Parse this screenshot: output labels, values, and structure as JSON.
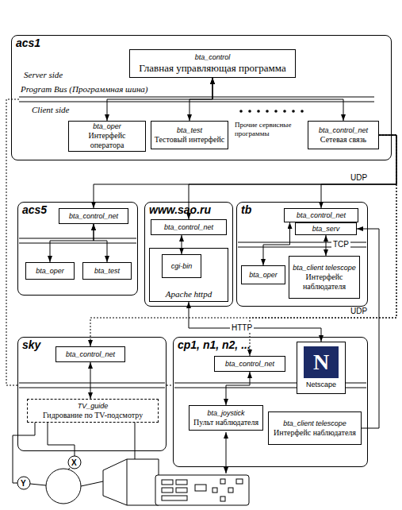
{
  "diagram": {
    "nodes": [
      {
        "text": [
          "acs1"
        ]
      },
      {
        "text": [
          "bta_control",
          "Главная управляющая программа"
        ],
        "in": 0
      },
      {
        "text": [
          "bta_oper",
          "Интерфейс оператора"
        ],
        "in": 0
      },
      {
        "text": [
          "bta_test",
          "Тестовый интерфейс"
        ],
        "in": 0
      },
      {
        "text": [
          "bta_control_net",
          "Сетевая связь"
        ],
        "in": 0
      },
      {
        "text": [
          "acs5"
        ]
      },
      {
        "text": [
          "bta_control_net"
        ],
        "in": 5
      },
      {
        "text": [
          "bta_oper"
        ],
        "in": 5
      },
      {
        "text": [
          "bta_test"
        ],
        "in": 5
      },
      {
        "text": [
          "www.sao.ru"
        ]
      },
      {
        "text": [
          "bta_control_net"
        ],
        "in": 9
      },
      {
        "text": [
          "Apache httpd"
        ],
        "in": 9
      },
      {
        "text": [
          "cgi-bin"
        ],
        "in": 11
      },
      {
        "text": [
          "tb"
        ]
      },
      {
        "text": [
          "bta_control_net"
        ],
        "in": 13
      },
      {
        "text": [
          "bta_serv"
        ],
        "in": 13
      },
      {
        "text": [
          "bta_oper"
        ],
        "in": 13
      },
      {
        "text": [
          "bta_client telescope",
          "Интерфейс наблюдателя"
        ],
        "in": 13
      },
      {
        "text": [
          "sky"
        ]
      },
      {
        "text": [
          "bta_control_net"
        ],
        "in": 18
      },
      {
        "text": [
          "TV_guide",
          "Гидрование по TV-подсмотру"
        ],
        "in": 18
      },
      {
        "text": [
          "cp1, n1, n2, ..."
        ]
      },
      {
        "text": [
          "bta_control_net"
        ],
        "in": 21
      },
      {
        "text": [
          "N",
          "Netscape"
        ],
        "in": 21
      },
      {
        "text": [
          "bta_joystick",
          "Пульт наблюдателя"
        ],
        "in": 21
      },
      {
        "text": [
          "bta_client telescope",
          "Интерфейс наблюдателя"
        ],
        "in": 21
      }
    ],
    "edges": [
      {
        "from": 4,
        "to": 6,
        "arrow": "to"
      },
      {
        "from": 4,
        "to": 10,
        "arrow": "to"
      },
      {
        "from": 4,
        "to": 14,
        "arrow": "to",
        "label": "UDP"
      },
      {
        "from": 4,
        "to": 19,
        "arrow": "to"
      },
      {
        "from": 4,
        "to": 22,
        "arrow": "to",
        "label": "UDP"
      },
      {
        "from": 1,
        "to": 2,
        "arrow": "both"
      },
      {
        "from": 1,
        "to": 3,
        "arrow": "both"
      },
      {
        "from": 1,
        "to": 4,
        "arrow": "both"
      },
      {
        "from": 6,
        "to": 7,
        "arrow": "both"
      },
      {
        "from": 6,
        "to": 8,
        "arrow": "both"
      },
      {
        "from": 10,
        "to": 12,
        "arrow": "both"
      },
      {
        "from": 14,
        "to": 16,
        "arrow": "both"
      },
      {
        "from": 15,
        "to": 17,
        "arrow": "both",
        "label": "TCP"
      },
      {
        "from": 11,
        "to": 23,
        "arrow": "both",
        "label": "HTTP"
      },
      {
        "from": 19,
        "to": 20,
        "arrow": "both"
      },
      {
        "from": 22,
        "to": 24,
        "arrow": "both"
      },
      {
        "from": 25,
        "to": 15,
        "arrow": "to"
      }
    ],
    "labels": [
      "Server side",
      "Program Bus (Программная шина)",
      "Client side",
      "Прочие сервисные программы",
      "X",
      "Y"
    ]
  }
}
